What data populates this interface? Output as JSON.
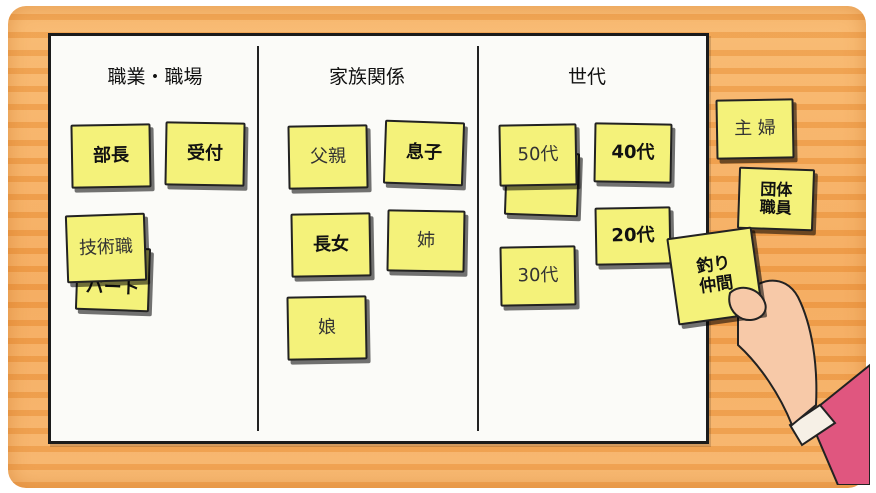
{
  "columns": [
    {
      "header": "職業・職場"
    },
    {
      "header": "家族関係"
    },
    {
      "header": "世代"
    }
  ],
  "notes": {
    "bucho": "部長",
    "uketsuke": "受付",
    "gijutsushoku": "技術職",
    "pato": "パート",
    "chichioya": "父親",
    "musuko": "息子",
    "chojo": "長女",
    "ane": "姉",
    "musume": "娘",
    "gojudai": "50代",
    "yonjudai": "40代",
    "nijudai": "20代",
    "sanjudai": "30代",
    "shufu": "主 婦",
    "dantai_shokuin": "団体\n職員",
    "tsuri_nakama": "釣り\n仲間"
  },
  "colors": {
    "note_yellow": "#f4f27a",
    "board_orange": "#f2a252",
    "sleeve_pink": "#e0567f"
  }
}
